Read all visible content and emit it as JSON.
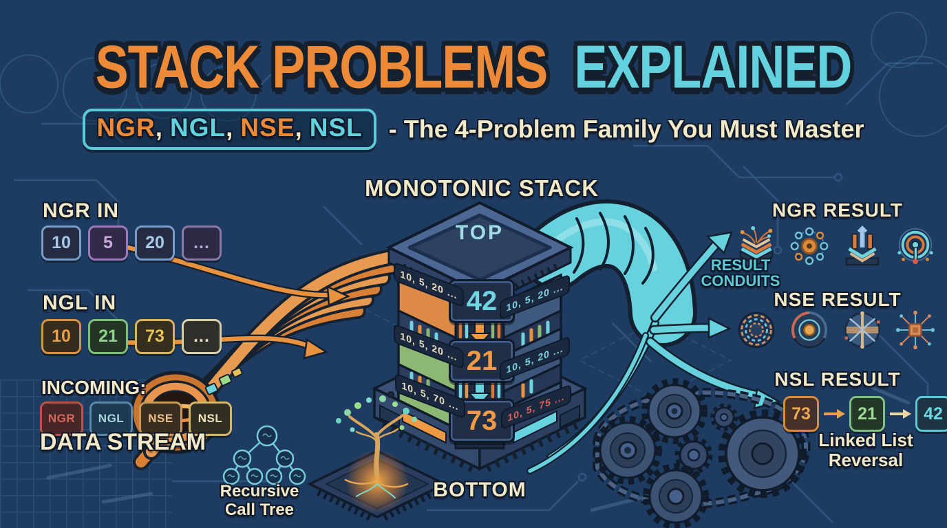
{
  "palette": {
    "background": "#1e3c61",
    "orange": "#ec8a38",
    "teal": "#63d2de",
    "cream": "#f2e9c9",
    "green": "#8db873",
    "outline": "#15202e"
  },
  "header": {
    "title_primary": "STACK PROBLEMS",
    "title_secondary": "EXPLAINED",
    "acr1": "NGR",
    "acr2": "NGL",
    "acr3": "NSE",
    "acr4": "NSL",
    "comma": ",",
    "tagline": "- The 4-Problem Family You Must Master"
  },
  "left_panel": {
    "ngr_in": {
      "label": "NGR IN",
      "values": [
        "10",
        "5",
        "20",
        "..."
      ]
    },
    "ngl_in": {
      "label": "NGL IN",
      "values": [
        "10",
        "21",
        "73",
        "..."
      ]
    },
    "incoming": {
      "label": "INCOMING:",
      "tags": [
        "NGR",
        "NGL",
        "NSE",
        "NSL"
      ],
      "stream_label": "DATA STREAM"
    }
  },
  "stack": {
    "heading": "MONOTONIC STACK",
    "top_label": "TOP",
    "bottom_label": "BOTTOM",
    "layers": [
      {
        "value": "42",
        "left_label": "10, 5, 20 ...",
        "right_label": "10, 5, 20 ..."
      },
      {
        "value": "21",
        "left_label": "10, 5, 20 ...",
        "right_label": "10, 5, 20 ..."
      },
      {
        "value": "73",
        "left_label": "10, 5, 70 ...",
        "right_label": "10, 5, 75 ..."
      }
    ]
  },
  "results": {
    "conduits_label": "RESULT\nCONDUITS",
    "ngr_heading": "NGR RESULT",
    "nse_heading": "NSE RESULT",
    "nsl_heading": "NSL RESULT",
    "nsl_chain": [
      "73",
      "21",
      "42"
    ],
    "nsl_caption": "Linked List\nReversal"
  },
  "annotations": {
    "recursive_tree": "Recursive\nCall Tree"
  }
}
